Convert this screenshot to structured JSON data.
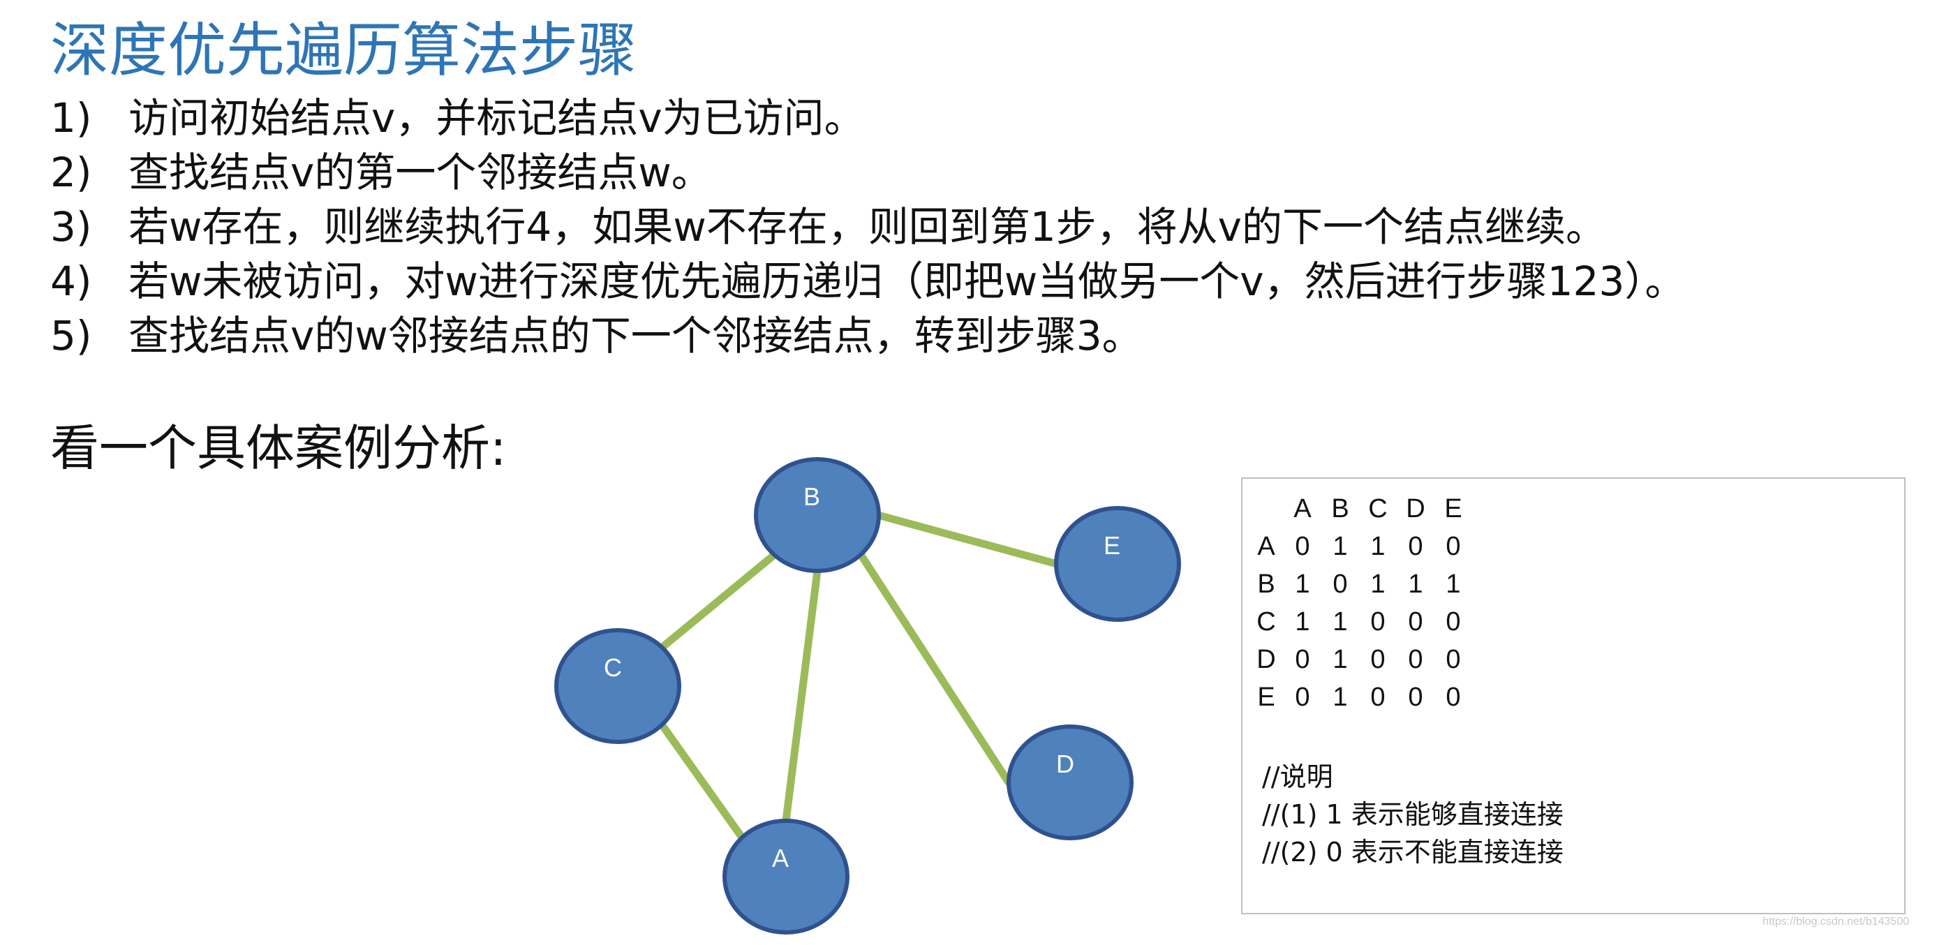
{
  "title": "深度优先遍历算法步骤",
  "steps": [
    {
      "num": "1)",
      "text": "访问初始结点v，并标记结点v为已访问。"
    },
    {
      "num": "2)",
      "text": "查找结点v的第一个邻接结点w。"
    },
    {
      "num": "3)",
      "text": "若w存在，则继续执行4，如果w不存在，则回到第1步，将从v的下一个结点继续。"
    },
    {
      "num": "4)",
      "text": "若w未被访问，对w进行深度优先遍历递归（即把w当做另一个v，然后进行步骤123）。"
    },
    {
      "num": "5)",
      "text": "查找结点v的w邻接结点的下一个邻接结点，转到步骤3。"
    }
  ],
  "example_title": "看一个具体案例分析:",
  "graph": {
    "nodes": [
      "B",
      "E",
      "C",
      "D",
      "A"
    ],
    "edges": [
      [
        "B",
        "E"
      ],
      [
        "B",
        "C"
      ],
      [
        "B",
        "A"
      ],
      [
        "B",
        "D"
      ],
      [
        "C",
        "A"
      ]
    ]
  },
  "matrix": {
    "headers": [
      "A",
      "B",
      "C",
      "D",
      "E"
    ],
    "rows": [
      {
        "label": "A",
        "values": [
          "0",
          "1",
          "1",
          "0",
          "0"
        ]
      },
      {
        "label": "B",
        "values": [
          "1",
          "0",
          "1",
          "1",
          "1"
        ]
      },
      {
        "label": "C",
        "values": [
          "1",
          "1",
          "0",
          "0",
          "0"
        ]
      },
      {
        "label": "D",
        "values": [
          "0",
          "1",
          "0",
          "0",
          "0"
        ]
      },
      {
        "label": "E",
        "values": [
          "0",
          "1",
          "0",
          "0",
          "0"
        ]
      }
    ],
    "notes": [
      "//说明",
      "//(1) 1 表示能够直接连接",
      "//(2) 0 表示不能直接连接"
    ]
  },
  "watermark": "https://blog.csdn.net/b143500",
  "colors": {
    "accent": "#2E75B6",
    "node_fill": "#4F81BD",
    "node_stroke": "#2F528F",
    "edge": "#9BBB59"
  }
}
